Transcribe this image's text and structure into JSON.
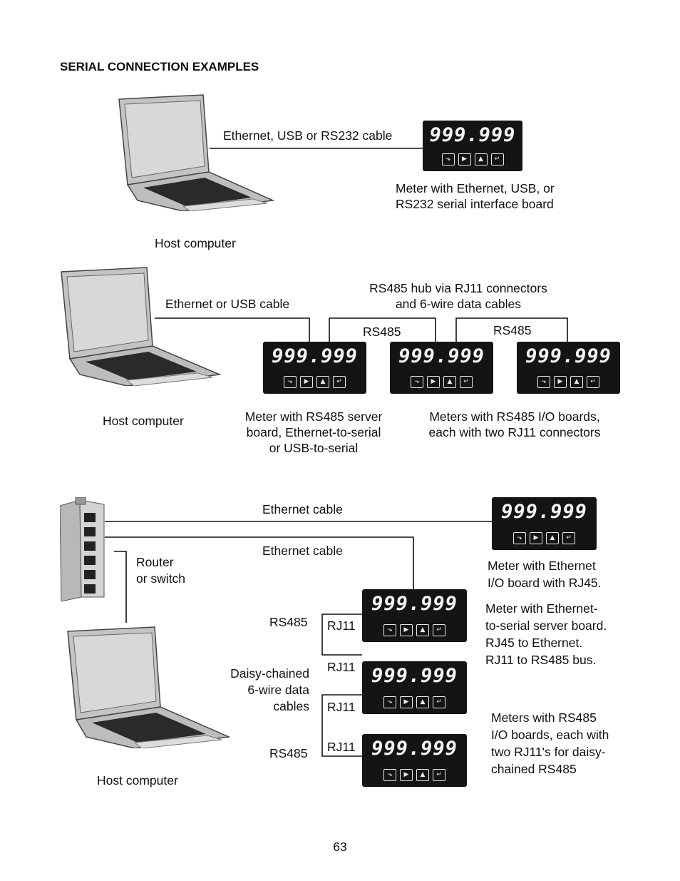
{
  "heading": "SERIAL CONNECTION EXAMPLES",
  "meter": {
    "display": "999.999",
    "keys": [
      "menu-icon",
      "right-arrow-icon",
      "up-arrow-icon",
      "enter-icon"
    ]
  },
  "example1": {
    "cable_label": "Ethernet, USB or RS232 cable",
    "meter_caption_1": "Meter with Ethernet, USB, or",
    "meter_caption_2": "RS232 serial interface board",
    "host_label": "Host computer"
  },
  "example2": {
    "cable_label": "Ethernet or USB cable",
    "hub_caption_1": "RS485 hub via RJ11 connectors",
    "hub_caption_2": "and 6-wire data cables",
    "rs485_a": "RS485",
    "rs485_b": "RS485",
    "host_label": "Host computer",
    "server_caption_1": "Meter with RS485 server",
    "server_caption_2": "board, Ethernet-to-serial",
    "server_caption_3": "or USB-to-serial",
    "io_caption_1": "Meters with RS485 I/O boards,",
    "io_caption_2": "each with two RJ11 connectors"
  },
  "example3": {
    "cable_top": "Ethernet cable",
    "cable_mid": "Ethernet cable",
    "router_1": "Router",
    "router_2": "or switch",
    "eth_meter_1": "Meter with Ethernet",
    "eth_meter_2": "I/O board with RJ45.",
    "server_1": "Meter with Ethernet-",
    "server_2": "to-serial server board.",
    "server_3": "RJ45 to Ethernet.",
    "server_4": "RJ11 to RS485 bus.",
    "rs485_top": "RS485",
    "rs485_bottom": "RS485",
    "daisy_1": "Daisy-chained",
    "daisy_2": "6-wire data",
    "daisy_3": "cables",
    "rj11_1": "RJ11",
    "rj11_2": "RJ11",
    "rj11_3": "RJ11",
    "rj11_4": "RJ11",
    "io_1": "Meters with RS485",
    "io_2": "I/O boards, each with",
    "io_3": "two RJ11's for daisy-",
    "io_4": "chained RS485",
    "host_label": "Host computer"
  },
  "page_number": "63"
}
